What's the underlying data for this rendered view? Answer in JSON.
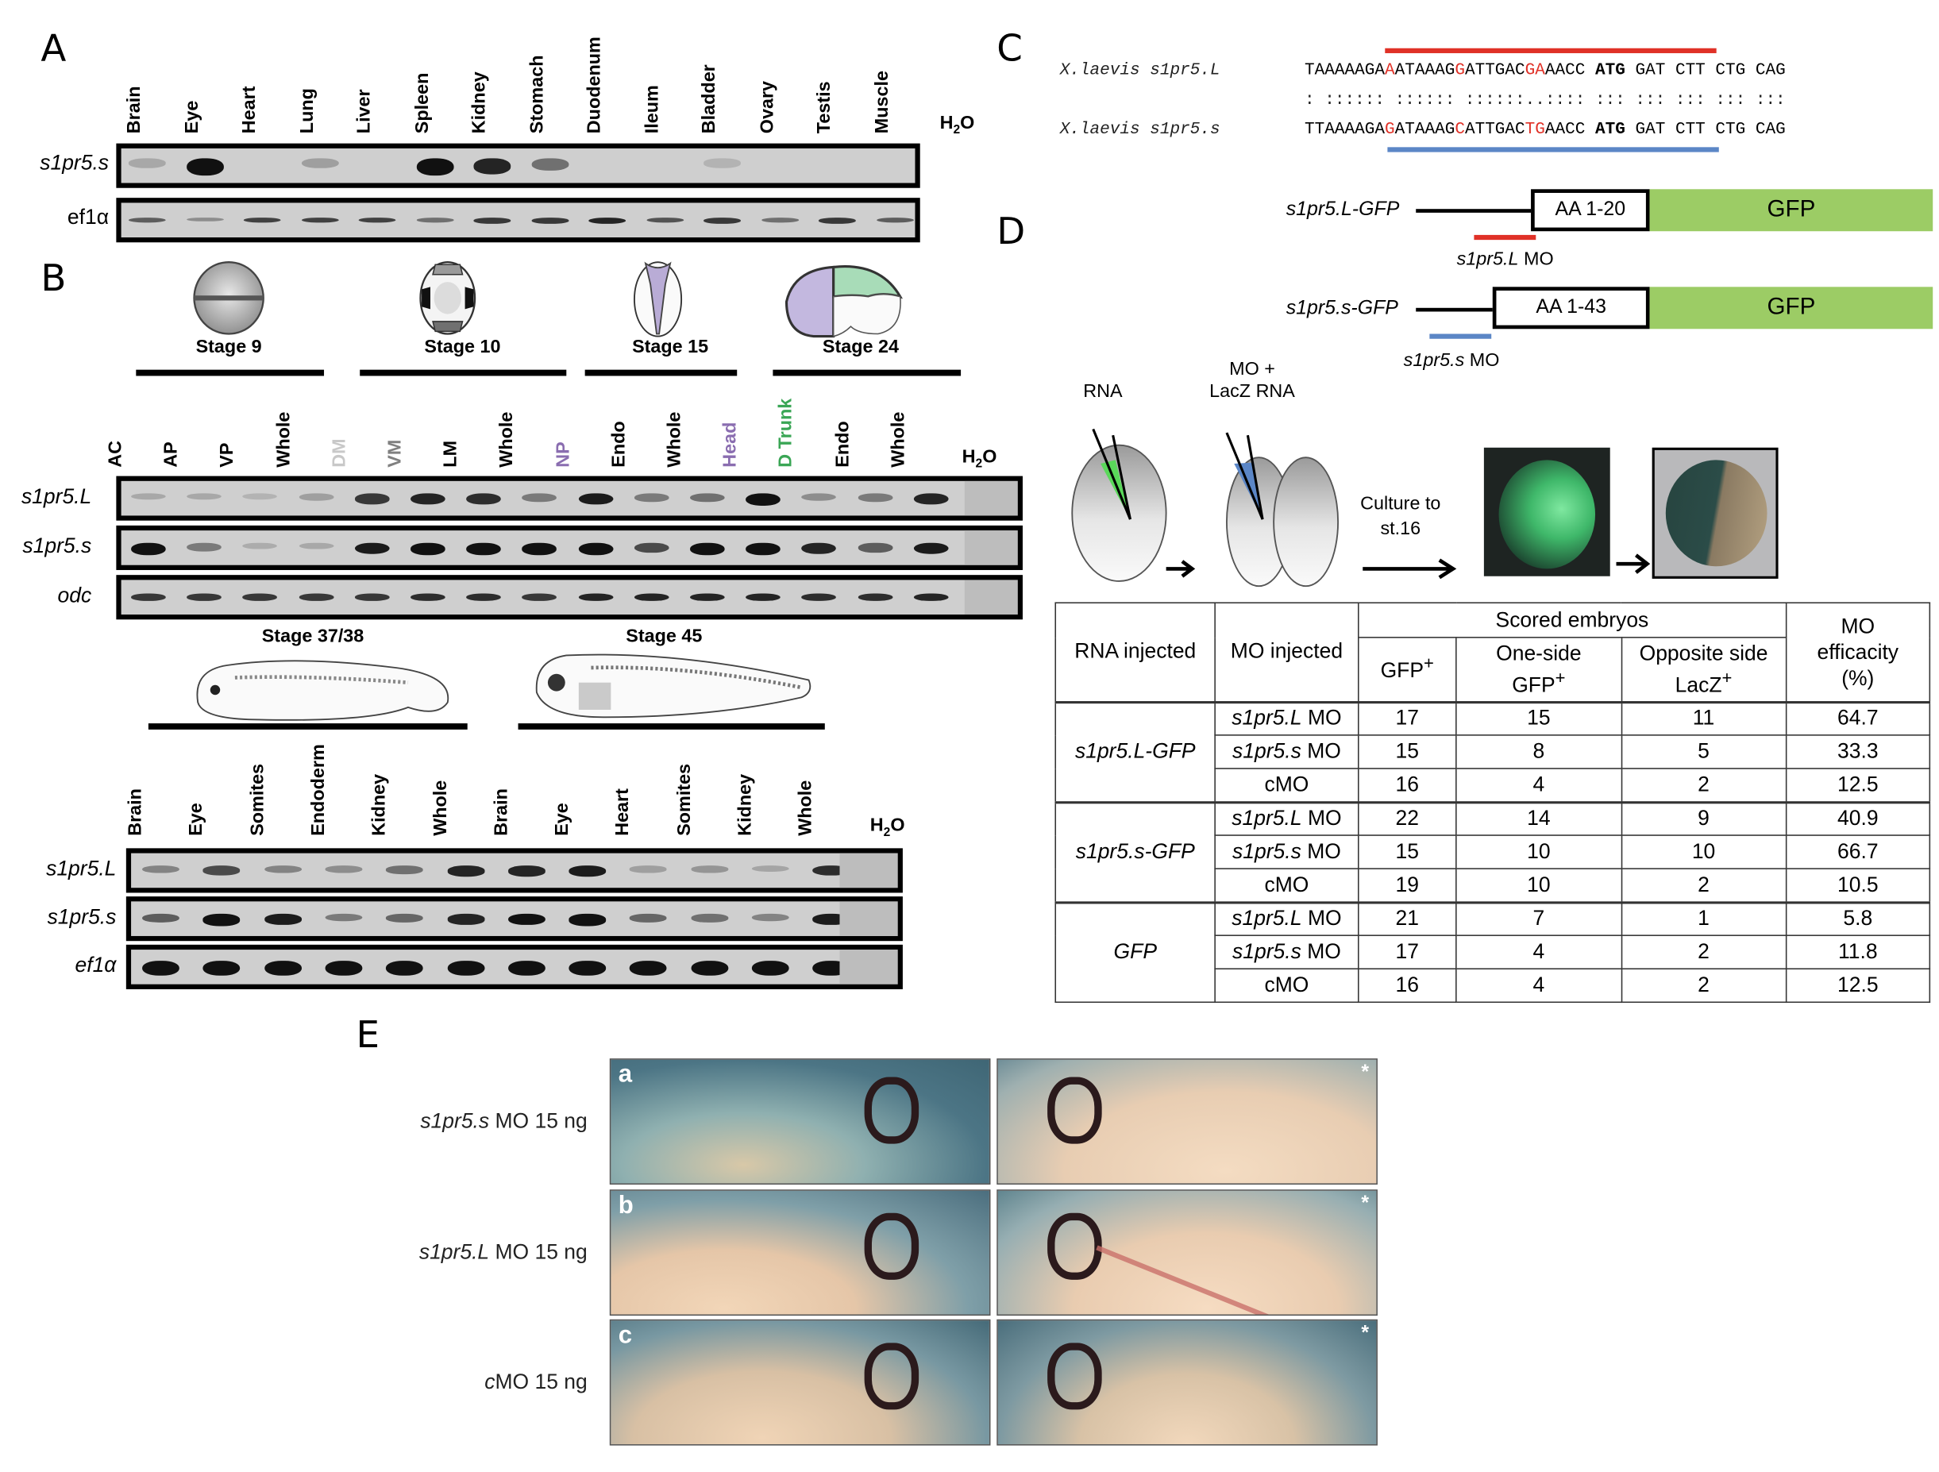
{
  "panels": {
    "A": "A",
    "B": "B",
    "C": "C",
    "D": "D",
    "E": "E"
  },
  "panelA": {
    "lanes": [
      "Brain",
      "Eye",
      "Heart",
      "Lung",
      "Liver",
      "Spleen",
      "Kidney",
      "Stomach",
      "Duodenum",
      "Ileum",
      "Bladder",
      "Ovary",
      "Testis",
      "Muscle",
      "H2O"
    ],
    "rows": [
      {
        "label": "s1pr5.s",
        "intensity": [
          0.1,
          1.0,
          0.0,
          0.15,
          0.0,
          1.0,
          0.8,
          0.4,
          0.0,
          0.0,
          0.05,
          0.0,
          0.0,
          0.0,
          0.0
        ]
      },
      {
        "label": "ef1α",
        "intensity": [
          0.5,
          0.25,
          0.65,
          0.65,
          0.65,
          0.4,
          0.7,
          0.7,
          0.8,
          0.55,
          0.7,
          0.4,
          0.7,
          0.5,
          0.0
        ]
      }
    ]
  },
  "panelB": {
    "early_stages": [
      {
        "label": "Stage 9"
      },
      {
        "label": "Stage 10"
      },
      {
        "label": "Stage 15"
      },
      {
        "label": "Stage 24"
      }
    ],
    "early_lanes": [
      {
        "label": "AC",
        "color": "#000000"
      },
      {
        "label": "AP",
        "color": "#000000"
      },
      {
        "label": "VP",
        "color": "#000000"
      },
      {
        "label": "Whole",
        "color": "#000000"
      },
      {
        "label": "DM",
        "color": "#c8c8c8"
      },
      {
        "label": "VM",
        "color": "#808080"
      },
      {
        "label": "LM",
        "color": "#000000"
      },
      {
        "label": "Whole",
        "color": "#000000"
      },
      {
        "label": "NP",
        "color": "#8a6db0"
      },
      {
        "label": "Endo",
        "color": "#000000"
      },
      {
        "label": "Whole",
        "color": "#000000"
      },
      {
        "label": "Head",
        "color": "#8a6db0"
      },
      {
        "label": "D Trunk",
        "color": "#3aa655"
      },
      {
        "label": "Endo",
        "color": "#000000"
      },
      {
        "label": "Whole",
        "color": "#000000"
      },
      {
        "label": "H2O",
        "color": "#000000"
      }
    ],
    "early_rows": [
      {
        "label": "s1pr5.L",
        "intensity": [
          0.1,
          0.1,
          0.05,
          0.15,
          0.7,
          0.8,
          0.75,
          0.35,
          0.85,
          0.35,
          0.4,
          0.95,
          0.25,
          0.35,
          0.8,
          0.0
        ]
      },
      {
        "label": "s1pr5.s",
        "intensity": [
          0.95,
          0.35,
          0.08,
          0.1,
          0.85,
          0.9,
          0.95,
          0.9,
          1.0,
          0.6,
          0.95,
          0.95,
          0.8,
          0.5,
          0.85,
          0.0
        ]
      },
      {
        "label": "odc",
        "intensity": [
          0.7,
          0.7,
          0.7,
          0.7,
          0.7,
          0.75,
          0.75,
          0.7,
          0.8,
          0.8,
          0.8,
          0.8,
          0.75,
          0.75,
          0.8,
          0.0
        ]
      }
    ],
    "late_stages": [
      {
        "label": "Stage 37/38"
      },
      {
        "label": "Stage 45"
      }
    ],
    "late_lanes": [
      "Brain",
      "Eye",
      "Somites",
      "Endoderm",
      "Kidney",
      "Whole",
      "Brain",
      "Eye",
      "Heart",
      "Somites",
      "Kidney",
      "Whole",
      "H2O"
    ],
    "late_rows": [
      {
        "label": "s1pr5.L",
        "intensity": [
          0.3,
          0.6,
          0.3,
          0.25,
          0.4,
          0.8,
          0.8,
          0.85,
          0.15,
          0.2,
          0.12,
          0.75,
          0.0
        ]
      },
      {
        "label": "s1pr5.s",
        "intensity": [
          0.5,
          1.0,
          0.85,
          0.35,
          0.45,
          0.8,
          0.9,
          1.0,
          0.45,
          0.4,
          0.3,
          0.85,
          0.0
        ]
      },
      {
        "label": "ef1α",
        "intensity": [
          0.9,
          0.9,
          0.9,
          0.9,
          0.9,
          0.9,
          0.9,
          0.9,
          0.9,
          0.9,
          0.9,
          0.9,
          0.0
        ]
      }
    ]
  },
  "panelC": {
    "seq1_name": "X.laevis s1pr5.L",
    "seq2_name": "X.laevis s1pr5.s",
    "seq1": [
      {
        "t": "TAAAAAGA",
        "c": ""
      },
      {
        "t": "A",
        "c": "red"
      },
      {
        "t": "ATAAAG",
        "c": ""
      },
      {
        "t": "G",
        "c": "red"
      },
      {
        "t": "ATTGAC",
        "c": ""
      },
      {
        "t": "GA",
        "c": "red"
      },
      {
        "t": "AACC ",
        "c": ""
      },
      {
        "t": "ATG",
        "c": "bold"
      },
      {
        "t": " GAT CTT CTG CAG",
        "c": ""
      }
    ],
    "match": ": :::::: :::::: ::::::..:::: ::: ::: ::: ::: :::",
    "seq2": [
      {
        "t": "TTAAAAGA",
        "c": ""
      },
      {
        "t": "G",
        "c": "red"
      },
      {
        "t": "ATAAAG",
        "c": ""
      },
      {
        "t": "C",
        "c": "red"
      },
      {
        "t": "ATTGAC",
        "c": ""
      },
      {
        "t": "TG",
        "c": "red"
      },
      {
        "t": "AACC ",
        "c": ""
      },
      {
        "t": "ATG",
        "c": "bold"
      },
      {
        "t": " GAT CTT CTG CAG",
        "c": ""
      }
    ],
    "colors": {
      "L_MO": "#e03127",
      "s_MO": "#5b86c6"
    }
  },
  "panelD": {
    "constructs": [
      {
        "name": "s1pr5.L-GFP",
        "box": "AA 1-20",
        "gfp": "GFP",
        "mo": "s1pr5.L MO"
      },
      {
        "name": "s1pr5.s-GFP",
        "box": "AA 1-43",
        "gfp": "GFP",
        "mo": "s1pr5.s MO"
      }
    ],
    "gfp_color": "#9ccc65",
    "workflow": {
      "rna": "RNA",
      "mo_line1": "MO +",
      "mo_line2": "LacZ RNA",
      "culture_line1": "Culture to",
      "culture_line2": "st.16"
    },
    "table": {
      "h_rna": "RNA injected",
      "h_mo": "MO injected",
      "h_scored": "Scored embryos",
      "h_gfp": "GFP",
      "h_oneside_1": "One-side",
      "h_oneside_2": "GFP",
      "h_opp_1": "Opposite side",
      "h_opp_2": "LacZ",
      "sup": "+",
      "h_eff_1": "MO",
      "h_eff_2": "efficacity",
      "h_eff_3": "(%)",
      "groups": [
        {
          "rna": "s1pr5.L-GFP",
          "rows": [
            {
              "mo": "s1pr5.L MO",
              "gfp": "17",
              "one": "15",
              "opp": "11",
              "eff": "64.7"
            },
            {
              "mo": "s1pr5.s MO",
              "gfp": "15",
              "one": "8",
              "opp": "5",
              "eff": "33.3"
            },
            {
              "mo": "cMO",
              "gfp": "16",
              "one": "4",
              "opp": "2",
              "eff": "12.5"
            }
          ]
        },
        {
          "rna": "s1pr5.s-GFP",
          "rows": [
            {
              "mo": "s1pr5.L MO",
              "gfp": "22",
              "one": "14",
              "opp": "9",
              "eff": "40.9"
            },
            {
              "mo": "s1pr5.s MO",
              "gfp": "15",
              "one": "10",
              "opp": "10",
              "eff": "66.7"
            },
            {
              "mo": "cMO",
              "gfp": "19",
              "one": "10",
              "opp": "2",
              "eff": "10.5"
            }
          ]
        },
        {
          "rna": "GFP",
          "rows": [
            {
              "mo": "s1pr5.L MO",
              "gfp": "21",
              "one": "7",
              "opp": "1",
              "eff": "5.8"
            },
            {
              "mo": "s1pr5.s MO",
              "gfp": "17",
              "one": "4",
              "opp": "2",
              "eff": "11.8"
            },
            {
              "mo": "cMO",
              "gfp": "16",
              "one": "4",
              "opp": "2",
              "eff": "12.5"
            }
          ]
        }
      ]
    }
  },
  "panelE": {
    "rows": [
      {
        "letter": "a",
        "label_ital": "s1pr5.s",
        "label_rest": " MO 15 ng"
      },
      {
        "letter": "b",
        "label_ital": "s1pr5.L",
        "label_rest": " MO 15 ng"
      },
      {
        "letter": "c",
        "label_ital": "c",
        "label_rest": "MO 15 ng"
      }
    ],
    "star": "*"
  }
}
